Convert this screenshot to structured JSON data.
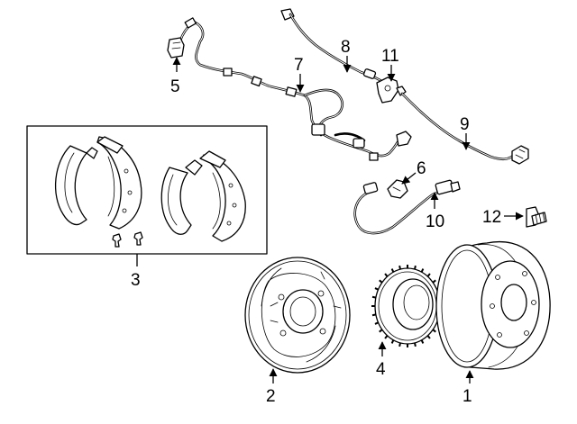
{
  "callouts": [
    {
      "id": "1",
      "part": "brake-drum"
    },
    {
      "id": "2",
      "part": "backing-plate"
    },
    {
      "id": "3",
      "part": "brake-shoe-kit"
    },
    {
      "id": "4",
      "part": "abs-tone-ring"
    },
    {
      "id": "5",
      "part": "sensor-connector"
    },
    {
      "id": "6",
      "part": "hose-clip"
    },
    {
      "id": "7",
      "part": "abs-wire-harness"
    },
    {
      "id": "8",
      "part": "front-sensor-cable"
    },
    {
      "id": "9",
      "part": "rear-sensor-cable"
    },
    {
      "id": "10",
      "part": "brake-hose"
    },
    {
      "id": "11",
      "part": "harness-bracket"
    },
    {
      "id": "12",
      "part": "bleeder-screw"
    }
  ],
  "colors": {
    "line": "#000000",
    "background": "#ffffff"
  }
}
